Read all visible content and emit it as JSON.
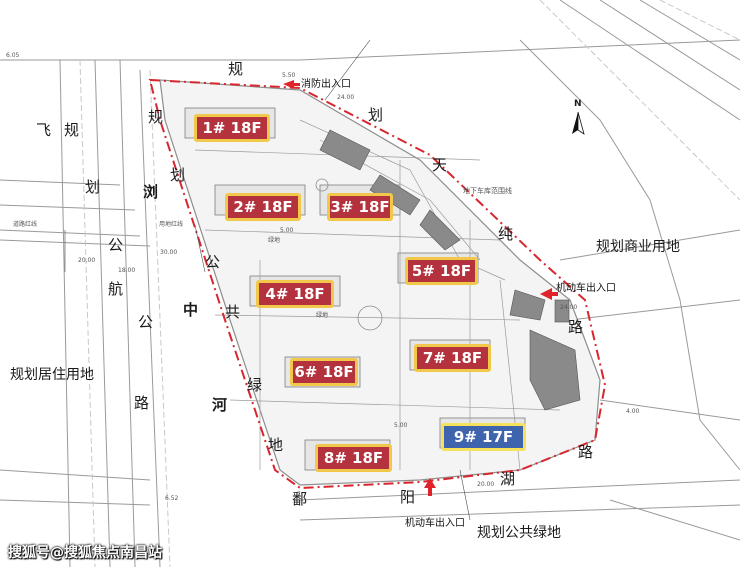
{
  "roads": {
    "gui_hua_tian_chun_lu": [
      "规",
      "划",
      "天",
      "纯",
      "路"
    ],
    "fei_gui_hua_gong_hang": [
      "飞",
      "规",
      "划",
      "公",
      "航"
    ],
    "liu_zhong_he": [
      "浏",
      "中",
      "河"
    ],
    "gui_hua_gong_gong_lv_di": [
      "规",
      "划",
      "公",
      "共",
      "绿",
      "地"
    ],
    "lu": "路",
    "lu_hu": [
      "路",
      "湖"
    ],
    "zou_yang": [
      "鄱",
      "阳"
    ]
  },
  "zones": {
    "commercial": "规划商业用地",
    "residential": "规划居住用地",
    "public_green": "规划公共绿地"
  },
  "entrances": {
    "fire": "消防出入口",
    "vehicle_east": "机动车出入口",
    "vehicle_south": "机动车出入口"
  },
  "buildings": [
    {
      "label": "1# 18F",
      "type": "residential"
    },
    {
      "label": "2# 18F",
      "type": "residential"
    },
    {
      "label": "3# 18F",
      "type": "residential"
    },
    {
      "label": "4# 18F",
      "type": "residential"
    },
    {
      "label": "5# 18F",
      "type": "residential"
    },
    {
      "label": "6# 18F",
      "type": "residential"
    },
    {
      "label": "7# 18F",
      "type": "residential"
    },
    {
      "label": "8# 18F",
      "type": "residential"
    },
    {
      "label": "9# 17F",
      "type": "highlight"
    }
  ],
  "annotations": {
    "basement_line": "地下车库范围线",
    "dim_24": "24.00",
    "dim_30": "30.00",
    "dim_20": "20.00",
    "dim_18": "18.00",
    "dim_500": "5.00",
    "dim_400": "4.00",
    "dim_550": "5.50",
    "dim_605": "6.05",
    "dim_652": "6.52",
    "green": "绿地",
    "red_line": "用地红线",
    "road_line": "道路红线",
    "north": "N"
  },
  "footer": "搜狐号@搜狐焦点南昌站",
  "colors": {
    "building_red": "#b4323d",
    "building_blue": "#3e64ad",
    "building_border": "#f2c84a",
    "boundary": "#d7262e",
    "arrow": "#e0222b"
  }
}
